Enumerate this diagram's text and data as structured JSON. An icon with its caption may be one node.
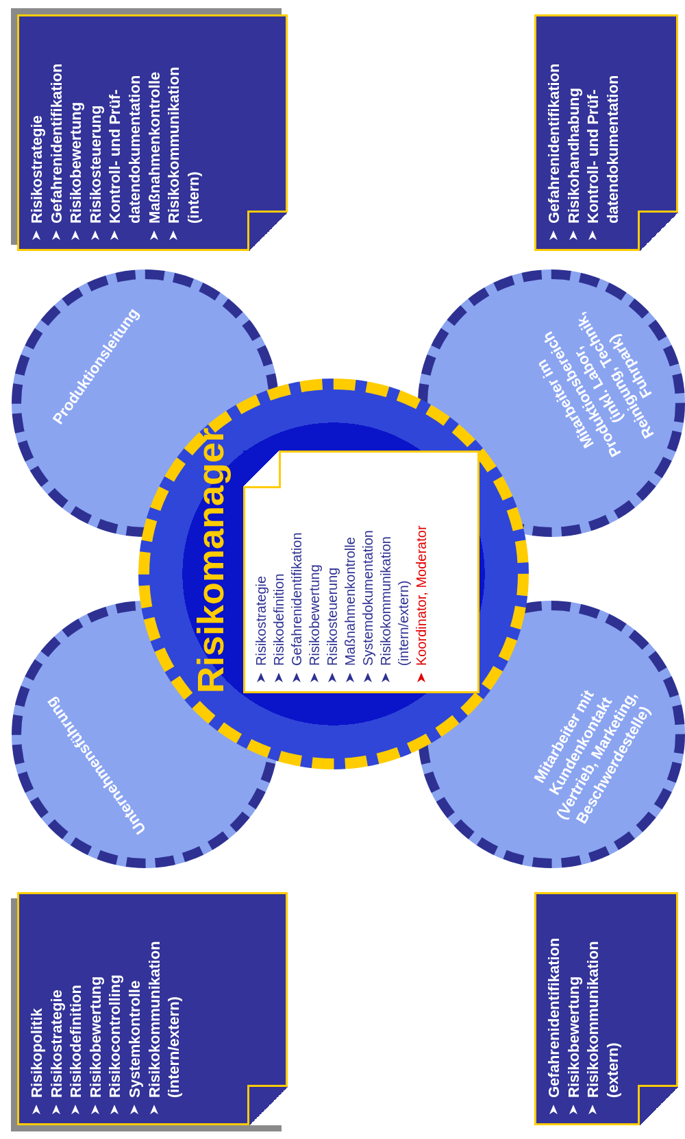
{
  "diagram": {
    "nodes": [
      {
        "text": [
          "Risikopolitik",
          "Risikostrategie",
          "Risikodefinition",
          "Risikobewertung",
          "Risikocontrolling",
          "Systemkontrolle",
          "Risikokommunikation (intern/extern)"
        ]
      },
      {
        "text": [
          "Unternehmensführung"
        ]
      },
      {
        "text": [
          "Produktionsleitung"
        ]
      },
      {
        "text": [
          "Risikostrategie",
          "Gefahrenidentifikation",
          "Risikobewertung",
          "Risikosteuerung",
          "Kontroll- und Prüf- datendokumentation",
          "Maßnahmenkontrolle",
          "Risikokommunikation (intern)"
        ]
      },
      {
        "text": [
          "Risikomanager"
        ]
      },
      {
        "text": [
          "Risikostrategie",
          "Risikodefinition",
          "Gefahrenidentifikation",
          "Risikobewertung",
          "Risikosteuerung",
          "Maßnahmenkontrolle",
          "Systemdokumentation",
          "Risikokommunikation (intern/extern)",
          "Koordinator, Moderator"
        ],
        "in": 4
      },
      {
        "text": [
          "Gefahrenidentifikation",
          "Risikobewertung",
          "Risikokommunikation (extern)"
        ]
      },
      {
        "text": [
          "Mitarbeiter mit Kundenkontakt",
          "(Vertrieb, Marketing, Beschwerdestelle)"
        ]
      },
      {
        "text": [
          "Mitarbeiter im Produktionsbereich",
          "(inkl. Labor, Reinigung, Technik, Fuhrpark)"
        ]
      },
      {
        "text": [
          "Gefahrenidentifikation",
          "Risikohandhabung",
          "Kontroll- und Prüf- datendokumentation"
        ]
      }
    ]
  }
}
